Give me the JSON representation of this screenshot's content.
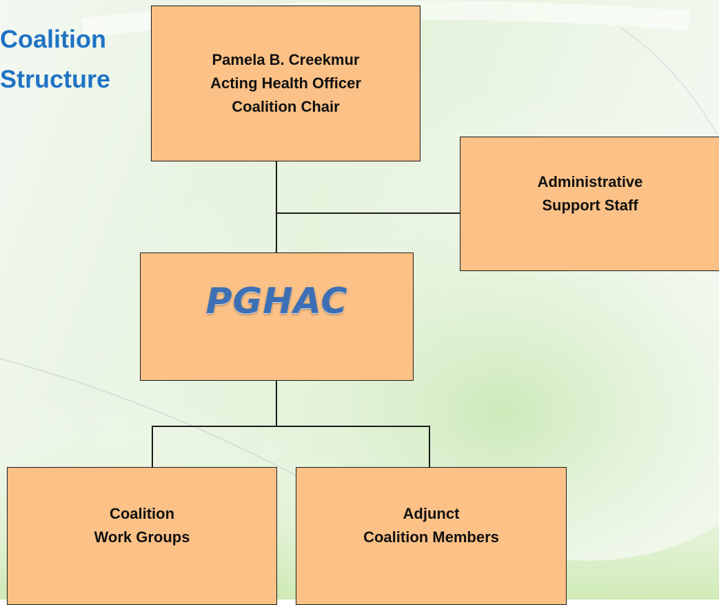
{
  "title": {
    "line1": "Coalition",
    "line2": "Structure"
  },
  "chair": {
    "name": "Pamela B. Creekmur",
    "role": "Acting Health Officer",
    "position": "Coalition Chair"
  },
  "admin": {
    "line1": "Administrative",
    "line2": "Support Staff"
  },
  "center": {
    "label": "PGHAC"
  },
  "work_groups": {
    "line1": "Coalition",
    "line2": "Work Groups"
  },
  "adjunct": {
    "line1": "Adjunct",
    "line2": "Coalition Members"
  },
  "colors": {
    "box_fill": "#fbc186",
    "title_blue": "#1f73c4",
    "pghac_blue": "#3d6fb5"
  }
}
